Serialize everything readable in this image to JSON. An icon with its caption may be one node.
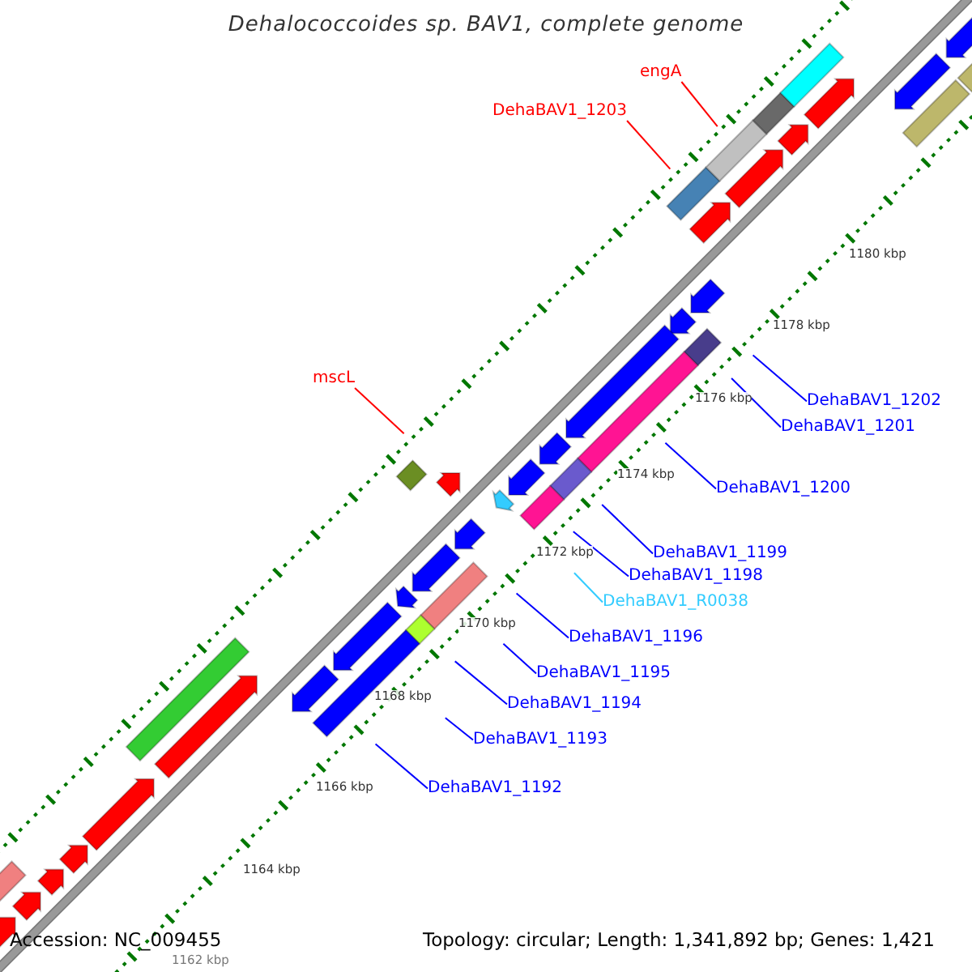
{
  "diagram": {
    "title": "Dehalococcoides sp. BAV1, complete genome",
    "nodes": [
      {
        "text": [
          "engA"
        ]
      },
      {
        "text": [
          "DehaBAV1_1203"
        ]
      },
      {
        "text": [
          "mscL"
        ]
      },
      {
        "text": [
          "DehaBAV1_1202"
        ]
      },
      {
        "text": [
          "DehaBAV1_1201"
        ]
      },
      {
        "text": [
          "DehaBAV1_1200"
        ]
      },
      {
        "text": [
          "DehaBAV1_1199"
        ]
      },
      {
        "text": [
          "DehaBAV1_1198"
        ]
      },
      {
        "text": [
          "DehaBAV1_R0038"
        ]
      },
      {
        "text": [
          "DehaBAV1_1196"
        ]
      },
      {
        "text": [
          "DehaBAV1_1195"
        ]
      },
      {
        "text": [
          "DehaBAV1_1194"
        ]
      },
      {
        "text": [
          "DehaBAV1_1193"
        ]
      },
      {
        "text": [
          "DehaBAV1_1192"
        ]
      }
    ],
    "edges": [
      {
        "from": 0,
        "to": null,
        "arrow": "none",
        "color": "#ff0000"
      },
      {
        "from": 1,
        "to": null,
        "arrow": "none",
        "color": "#ff0000"
      },
      {
        "from": 2,
        "to": null,
        "arrow": "none",
        "color": "#ff0000"
      },
      {
        "from": 3,
        "to": null,
        "arrow": "none"
      },
      {
        "from": 4,
        "to": null,
        "arrow": "none"
      },
      {
        "from": 5,
        "to": null,
        "arrow": "none"
      },
      {
        "from": 6,
        "to": null,
        "arrow": "none"
      },
      {
        "from": 7,
        "to": null,
        "arrow": "none"
      },
      {
        "from": 8,
        "to": null,
        "arrow": "none",
        "color": "#33ccff"
      },
      {
        "from": 9,
        "to": null,
        "arrow": "none"
      },
      {
        "from": 10,
        "to": null,
        "arrow": "none"
      },
      {
        "from": 11,
        "to": null,
        "arrow": "none"
      },
      {
        "from": 12,
        "to": null,
        "arrow": "none"
      },
      {
        "from": 13,
        "to": null,
        "arrow": "none"
      }
    ],
    "labels": [
      "1180 kbp",
      "1178 kbp",
      "1176 kbp",
      "1174 kbp",
      "1172 kbp",
      "1170 kbp",
      "1168 kbp",
      "1166 kbp",
      "1164 kbp",
      "1162 kbp",
      "Accession: NC_009455",
      "Topology: circular; Length: 1,341,892 bp; Genes: 1,421"
    ]
  }
}
